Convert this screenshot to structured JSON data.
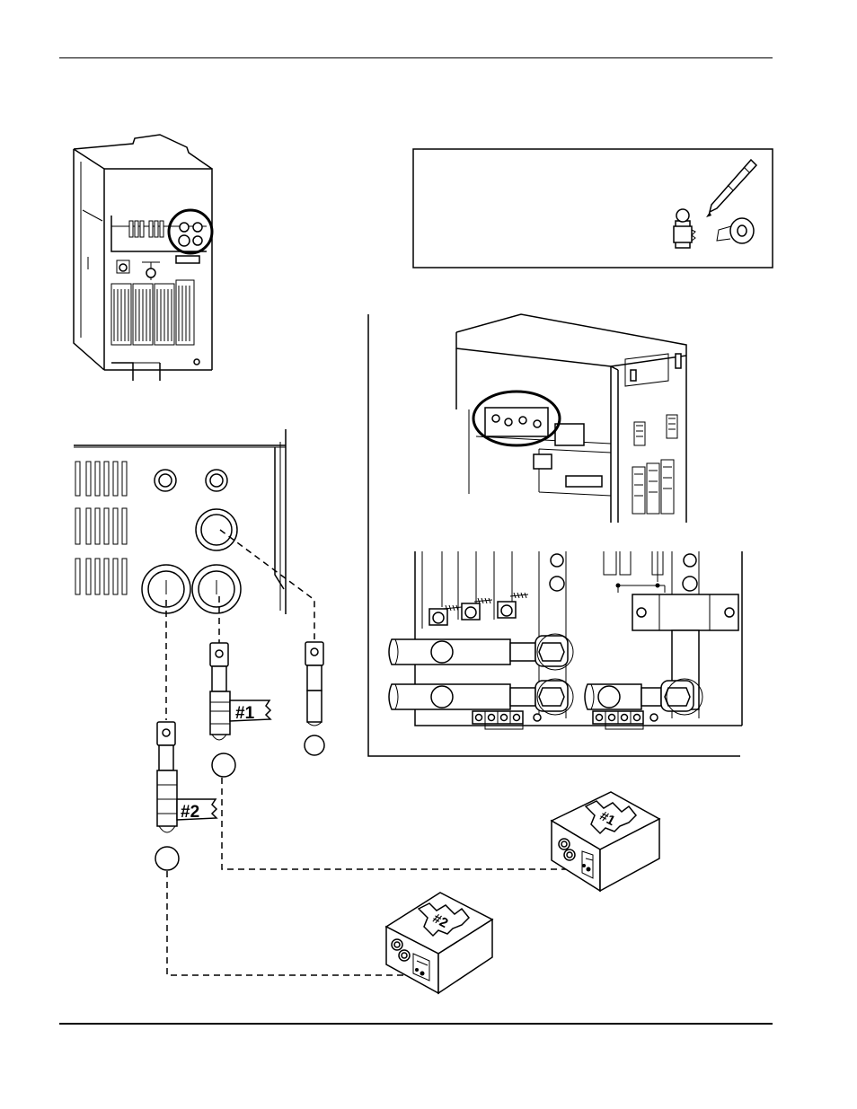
{
  "labels": {
    "lead_1": "#1",
    "lead_2": "#2",
    "box_1": "#1",
    "box_2": "#2"
  }
}
